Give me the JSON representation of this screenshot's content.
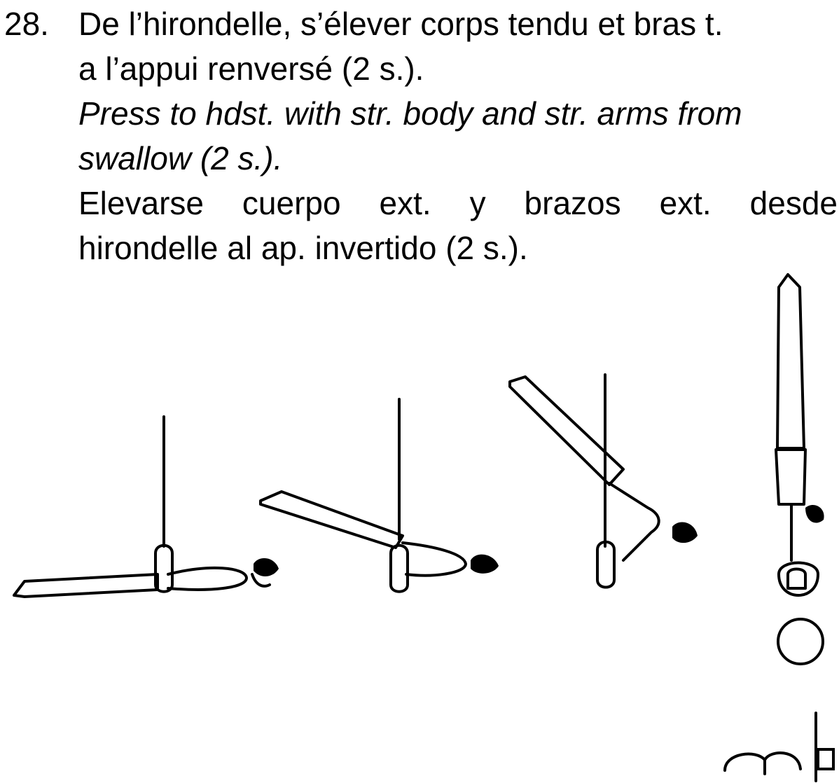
{
  "exercise": {
    "number": "28.",
    "french": [
      "De l’hirondelle, s’élever corps tendu et bras t.",
      "a l’appui renversé (2 s.)."
    ],
    "english": [
      "Press to hdst. with str. body and str. arms from",
      "swallow (2 s.)."
    ],
    "spanish": [
      "Elevarse cuerpo ext. y brazos ext. desde",
      "hirondelle al ap. invertido (2 s.)."
    ]
  },
  "figure": {
    "stages": [
      "swallow",
      "press-start",
      "press-pike",
      "handstand"
    ],
    "symbol_circle": "circle",
    "notation_mark": "rings-notation"
  }
}
